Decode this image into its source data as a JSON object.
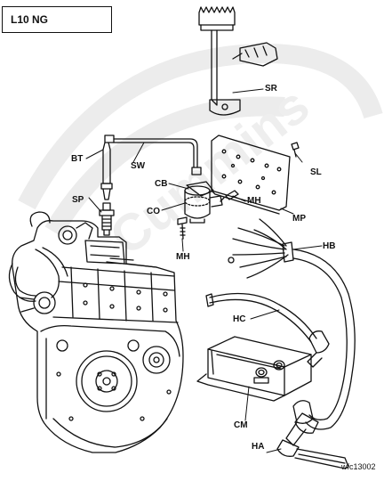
{
  "title": "L10 NG",
  "figure_id": "wfc13002",
  "watermark": "Cummins",
  "callouts": {
    "sr": "SR",
    "bt": "BT",
    "sw": "SW",
    "cb": "CB",
    "sl": "SL",
    "sp": "SP",
    "co": "CO",
    "mh_top": "MH",
    "mp": "MP",
    "mh_bottom": "MH",
    "hb": "HB",
    "hc": "HC",
    "cm": "CM",
    "ha": "HA"
  },
  "colors": {
    "line": "#111111",
    "watermark": "#e6e6e6"
  }
}
